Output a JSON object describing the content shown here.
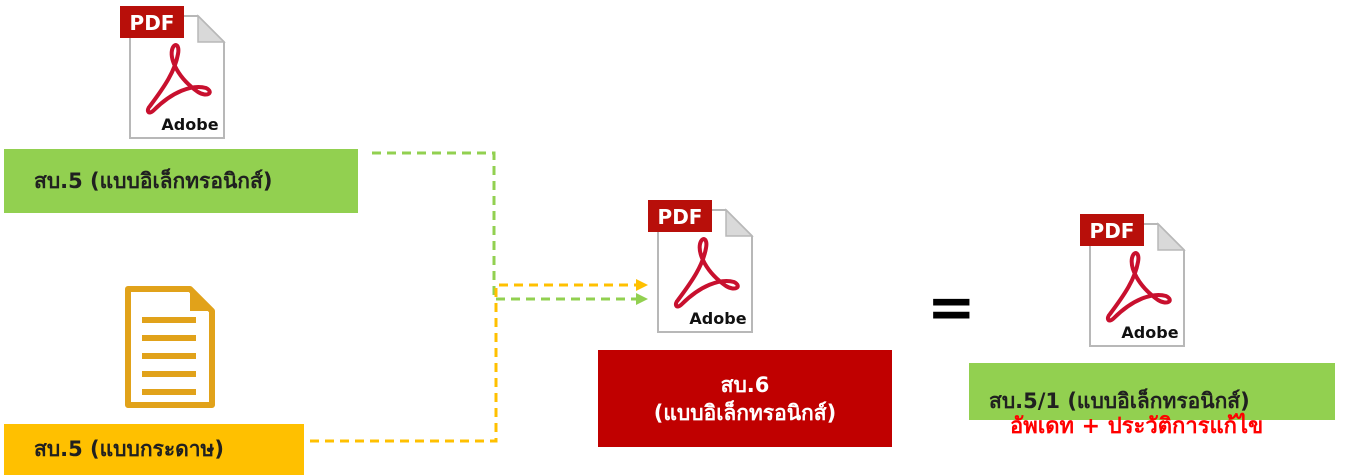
{
  "icons": {
    "pdf_badge_text": "PDF",
    "pdf_brand_text": "Adobe"
  },
  "labels": {
    "sb5_electronic": "สบ.5 (แบบอิเล็กทรอนิกส์)",
    "sb5_paper": "สบ.5 (แบบกระดาษ)",
    "sb6_line1": "สบ.6",
    "sb6_line2": "(แบบอิเล็กทรอนิกส์)",
    "sb51": "สบ.5/1 (แบบอิเล็กทรอนิกส์)",
    "update_note": "อัพเดท + ประวัติการแก้ไข",
    "equals": "="
  },
  "colors": {
    "green": "#92d050",
    "yellow": "#ffc000",
    "dark_red": "#c00000",
    "red_text": "#ff0000"
  }
}
